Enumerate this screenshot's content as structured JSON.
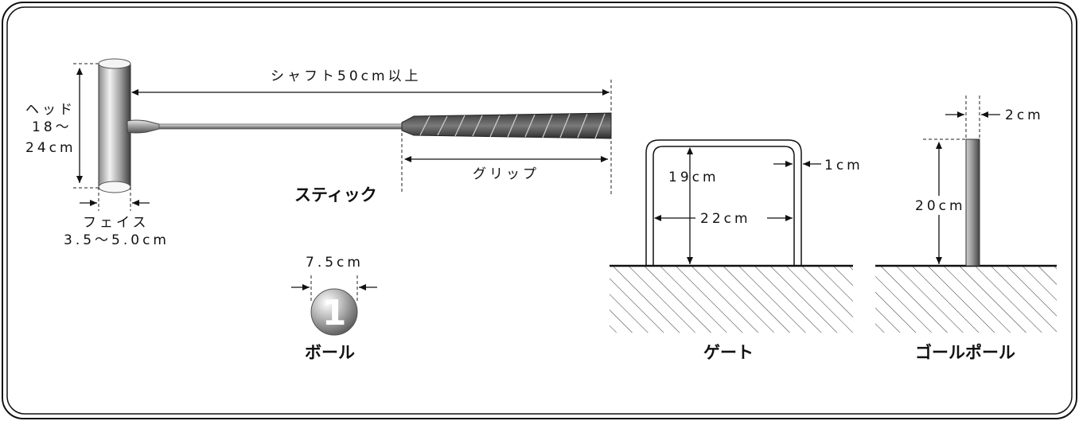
{
  "stick": {
    "caption": "スティック",
    "head_label_line1": "ヘッド",
    "head_label_line2": "18～",
    "head_label_line3": "24cm",
    "face_label": "フェイス",
    "face_size": "3.5～5.0cm",
    "shaft_label": "シャフト50cm以上",
    "grip_label": "グリップ"
  },
  "ball": {
    "caption": "ボール",
    "diameter": "7.5cm",
    "number": "1"
  },
  "gate": {
    "caption": "ゲート",
    "height": "19cm",
    "width": "22cm",
    "thickness": "1cm"
  },
  "goal_pole": {
    "caption": "ゴールポール",
    "diameter": "2cm",
    "height": "20cm"
  }
}
